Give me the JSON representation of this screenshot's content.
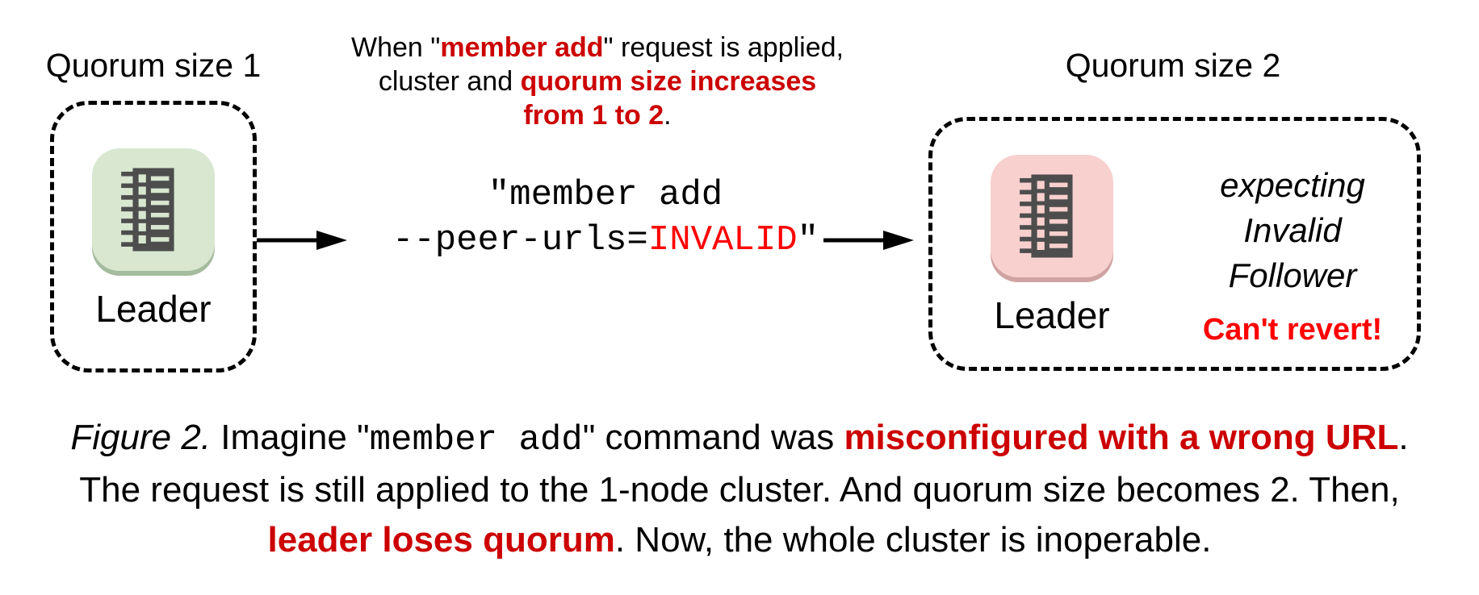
{
  "colors": {
    "accent_red_dark": "#cc0000",
    "accent_red_bright": "#ff0000",
    "node_green_fill": "#d9e7d1",
    "node_green_shadow": "#a5bb9e",
    "node_pink_fill": "#f8d0ce",
    "node_pink_shadow": "#d0a3a3",
    "icon_glyph_gray": "#4d4d4d",
    "border_black": "#000000"
  },
  "left_cluster": {
    "title": "Quorum size 1",
    "node_label": "Leader",
    "node_icon": "etcd-node-icon"
  },
  "right_cluster": {
    "title": "Quorum size 2",
    "node_label": "Leader",
    "node_icon": "etcd-node-icon",
    "expect1": "expecting",
    "expect2": "Invalid",
    "expect3": "Follower",
    "warning": "Can't revert!"
  },
  "annotation": {
    "seg1": "When \"",
    "red1": "member add",
    "seg2": "\" request is applied,",
    "seg3": "cluster and ",
    "red2": "quorum size increases",
    "red3": "from 1 to 2",
    "seg4": "."
  },
  "command": {
    "line1": "\"member add",
    "seg1": "--peer-urls=",
    "red": "INVALID",
    "seg2": "\""
  },
  "caption": {
    "figure_label": "Figure 2.",
    "seg1": " Imagine \"",
    "code": "member add",
    "seg2": "\" command was ",
    "red1": "misconfigured with a wrong URL",
    "seg3": ".",
    "line2": "The request is still applied to the 1-node cluster. And quorum size becomes 2. Then,",
    "red2": "leader loses quorum",
    "seg4": ". Now, the whole cluster is inoperable."
  }
}
